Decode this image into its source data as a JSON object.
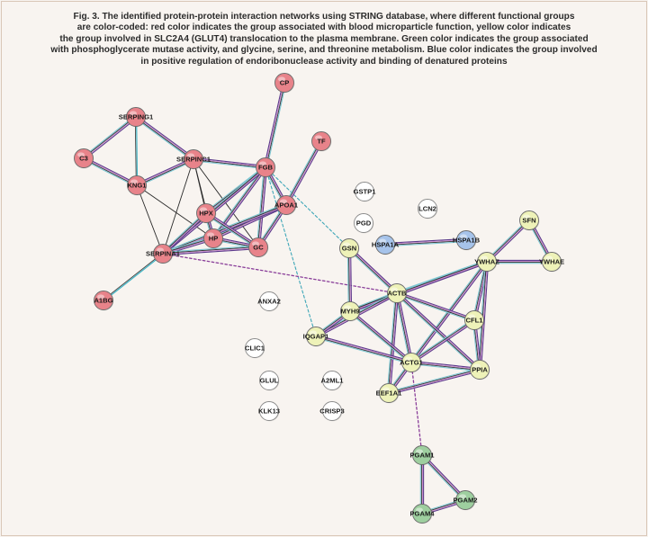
{
  "caption": {
    "lines": [
      "Fig. 3. The identified protein-protein interaction networks using STRING database, where different functional groups",
      "are color-coded: red color indicates the group associated with blood microparticle function, yellow color indicates",
      "the group involved in SLC2A4 (GLUT4) translocation to the plasma membrane. Green color indicates the group associated",
      "with phosphoglycerate mutase activity, and glycine, serine, and threonine metabolism. Blue color indicates the group involved",
      "in positive regulation of endoribonuclease activity and binding of denatured proteins"
    ]
  },
  "colors": {
    "red": "#e8838a",
    "yellow": "#eef2b8",
    "green": "#9ecf9f",
    "blue": "#a6c3ea",
    "white": "#ffffff"
  },
  "nodes": [
    {
      "id": "CP",
      "group": "red"
    },
    {
      "id": "SERPING1",
      "group": "red"
    },
    {
      "id": "C3",
      "group": "red"
    },
    {
      "id": "KNG1",
      "group": "red"
    },
    {
      "id": "SERPINC1",
      "group": "red"
    },
    {
      "id": "FGB",
      "group": "red"
    },
    {
      "id": "TF",
      "group": "red"
    },
    {
      "id": "APOA1",
      "group": "red"
    },
    {
      "id": "HPX",
      "group": "red"
    },
    {
      "id": "HP",
      "group": "red"
    },
    {
      "id": "GC",
      "group": "red"
    },
    {
      "id": "SERPINA1",
      "group": "red"
    },
    {
      "id": "A1BG",
      "group": "red"
    },
    {
      "id": "GSTP1",
      "group": "white"
    },
    {
      "id": "PGD",
      "group": "white"
    },
    {
      "id": "LCN2",
      "group": "white"
    },
    {
      "id": "HSPA1A",
      "group": "blue"
    },
    {
      "id": "HSPA1B",
      "group": "blue"
    },
    {
      "id": "GSN",
      "group": "yellow"
    },
    {
      "id": "SFN",
      "group": "yellow"
    },
    {
      "id": "YWHAZ",
      "group": "yellow"
    },
    {
      "id": "YWHAE",
      "group": "yellow"
    },
    {
      "id": "ANXA2",
      "group": "white"
    },
    {
      "id": "ACTB",
      "group": "yellow"
    },
    {
      "id": "MYH9",
      "group": "yellow"
    },
    {
      "id": "CFL1",
      "group": "yellow"
    },
    {
      "id": "IQGAP1",
      "group": "yellow"
    },
    {
      "id": "CLIC1",
      "group": "white"
    },
    {
      "id": "ACTG1",
      "group": "yellow"
    },
    {
      "id": "PPIA",
      "group": "yellow"
    },
    {
      "id": "GLUL",
      "group": "white"
    },
    {
      "id": "A2ML1",
      "group": "white"
    },
    {
      "id": "EEF1A1",
      "group": "yellow"
    },
    {
      "id": "KLK13",
      "group": "white"
    },
    {
      "id": "CRISP3",
      "group": "white"
    },
    {
      "id": "PGAM1",
      "group": "green"
    },
    {
      "id": "PGAM2",
      "group": "green"
    },
    {
      "id": "PGAM4",
      "group": "green"
    }
  ],
  "edges": [
    {
      "s": "SERPING1",
      "t": "C3",
      "kind": "multi"
    },
    {
      "s": "SERPING1",
      "t": "KNG1",
      "kind": "cyan"
    },
    {
      "s": "SERPING1",
      "t": "SERPINC1",
      "kind": "multi"
    },
    {
      "s": "C3",
      "t": "KNG1",
      "kind": "multi"
    },
    {
      "s": "KNG1",
      "t": "SERPINC1",
      "kind": "multi"
    },
    {
      "s": "KNG1",
      "t": "SERPINA1",
      "kind": "black"
    },
    {
      "s": "KNG1",
      "t": "HP",
      "kind": "black"
    },
    {
      "s": "SERPINC1",
      "t": "FGB",
      "kind": "multi"
    },
    {
      "s": "SERPINC1",
      "t": "SERPINA1",
      "kind": "black"
    },
    {
      "s": "SERPINC1",
      "t": "HPX",
      "kind": "black"
    },
    {
      "s": "SERPINC1",
      "t": "HP",
      "kind": "black"
    },
    {
      "s": "SERPINC1",
      "t": "GC",
      "kind": "black"
    },
    {
      "s": "FGB",
      "t": "CP",
      "kind": "multi"
    },
    {
      "s": "FGB",
      "t": "APOA1",
      "kind": "multi"
    },
    {
      "s": "FGB",
      "t": "HPX",
      "kind": "multi"
    },
    {
      "s": "FGB",
      "t": "HP",
      "kind": "multi"
    },
    {
      "s": "FGB",
      "t": "GC",
      "kind": "multi"
    },
    {
      "s": "FGB",
      "t": "SERPINA1",
      "kind": "multi"
    },
    {
      "s": "FGB",
      "t": "GSN",
      "kind": "dash-cyan"
    },
    {
      "s": "FGB",
      "t": "IQGAP1",
      "kind": "dash-cyan"
    },
    {
      "s": "TF",
      "t": "APOA1",
      "kind": "multi"
    },
    {
      "s": "APOA1",
      "t": "HP",
      "kind": "multi"
    },
    {
      "s": "APOA1",
      "t": "GC",
      "kind": "multi"
    },
    {
      "s": "APOA1",
      "t": "SERPINA1",
      "kind": "multi"
    },
    {
      "s": "HPX",
      "t": "HP",
      "kind": "multi"
    },
    {
      "s": "HPX",
      "t": "GC",
      "kind": "multi"
    },
    {
      "s": "HPX",
      "t": "SERPINA1",
      "kind": "multi"
    },
    {
      "s": "HP",
      "t": "GC",
      "kind": "multi"
    },
    {
      "s": "HP",
      "t": "SERPINA1",
      "kind": "multi"
    },
    {
      "s": "GC",
      "t": "SERPINA1",
      "kind": "multi"
    },
    {
      "s": "SERPINA1",
      "t": "A1BG",
      "kind": "cyan"
    },
    {
      "s": "SERPINA1",
      "t": "ACTB",
      "kind": "dash-purple"
    },
    {
      "s": "HSPA1A",
      "t": "HSPA1B",
      "kind": "multi"
    },
    {
      "s": "SFN",
      "t": "YWHAZ",
      "kind": "multi"
    },
    {
      "s": "SFN",
      "t": "YWHAE",
      "kind": "multi"
    },
    {
      "s": "YWHAZ",
      "t": "YWHAE",
      "kind": "multi"
    },
    {
      "s": "YWHAZ",
      "t": "ACTB",
      "kind": "multi"
    },
    {
      "s": "YWHAZ",
      "t": "MYH9",
      "kind": "multi"
    },
    {
      "s": "YWHAZ",
      "t": "CFL1",
      "kind": "multi"
    },
    {
      "s": "YWHAZ",
      "t": "ACTG1",
      "kind": "multi"
    },
    {
      "s": "YWHAZ",
      "t": "PPIA",
      "kind": "multi"
    },
    {
      "s": "GSN",
      "t": "ACTB",
      "kind": "multi"
    },
    {
      "s": "GSN",
      "t": "MYH9",
      "kind": "multi"
    },
    {
      "s": "ACTB",
      "t": "MYH9",
      "kind": "multi"
    },
    {
      "s": "ACTB",
      "t": "CFL1",
      "kind": "multi"
    },
    {
      "s": "ACTB",
      "t": "IQGAP1",
      "kind": "multi"
    },
    {
      "s": "ACTB",
      "t": "ACTG1",
      "kind": "multi"
    },
    {
      "s": "ACTB",
      "t": "PPIA",
      "kind": "multi"
    },
    {
      "s": "ACTB",
      "t": "EEF1A1",
      "kind": "multi"
    },
    {
      "s": "MYH9",
      "t": "IQGAP1",
      "kind": "multi"
    },
    {
      "s": "MYH9",
      "t": "ACTG1",
      "kind": "multi"
    },
    {
      "s": "CFL1",
      "t": "ACTG1",
      "kind": "multi"
    },
    {
      "s": "CFL1",
      "t": "PPIA",
      "kind": "multi"
    },
    {
      "s": "IQGAP1",
      "t": "ACTG1",
      "kind": "multi"
    },
    {
      "s": "ACTG1",
      "t": "PPIA",
      "kind": "multi"
    },
    {
      "s": "ACTG1",
      "t": "EEF1A1",
      "kind": "multi"
    },
    {
      "s": "ACTG1",
      "t": "PGAM1",
      "kind": "dash-purple"
    },
    {
      "s": "PPIA",
      "t": "EEF1A1",
      "kind": "multi"
    },
    {
      "s": "PGAM1",
      "t": "PGAM2",
      "kind": "multi"
    },
    {
      "s": "PGAM1",
      "t": "PGAM4",
      "kind": "multi"
    },
    {
      "s": "PGAM2",
      "t": "PGAM4",
      "kind": "multi"
    }
  ]
}
